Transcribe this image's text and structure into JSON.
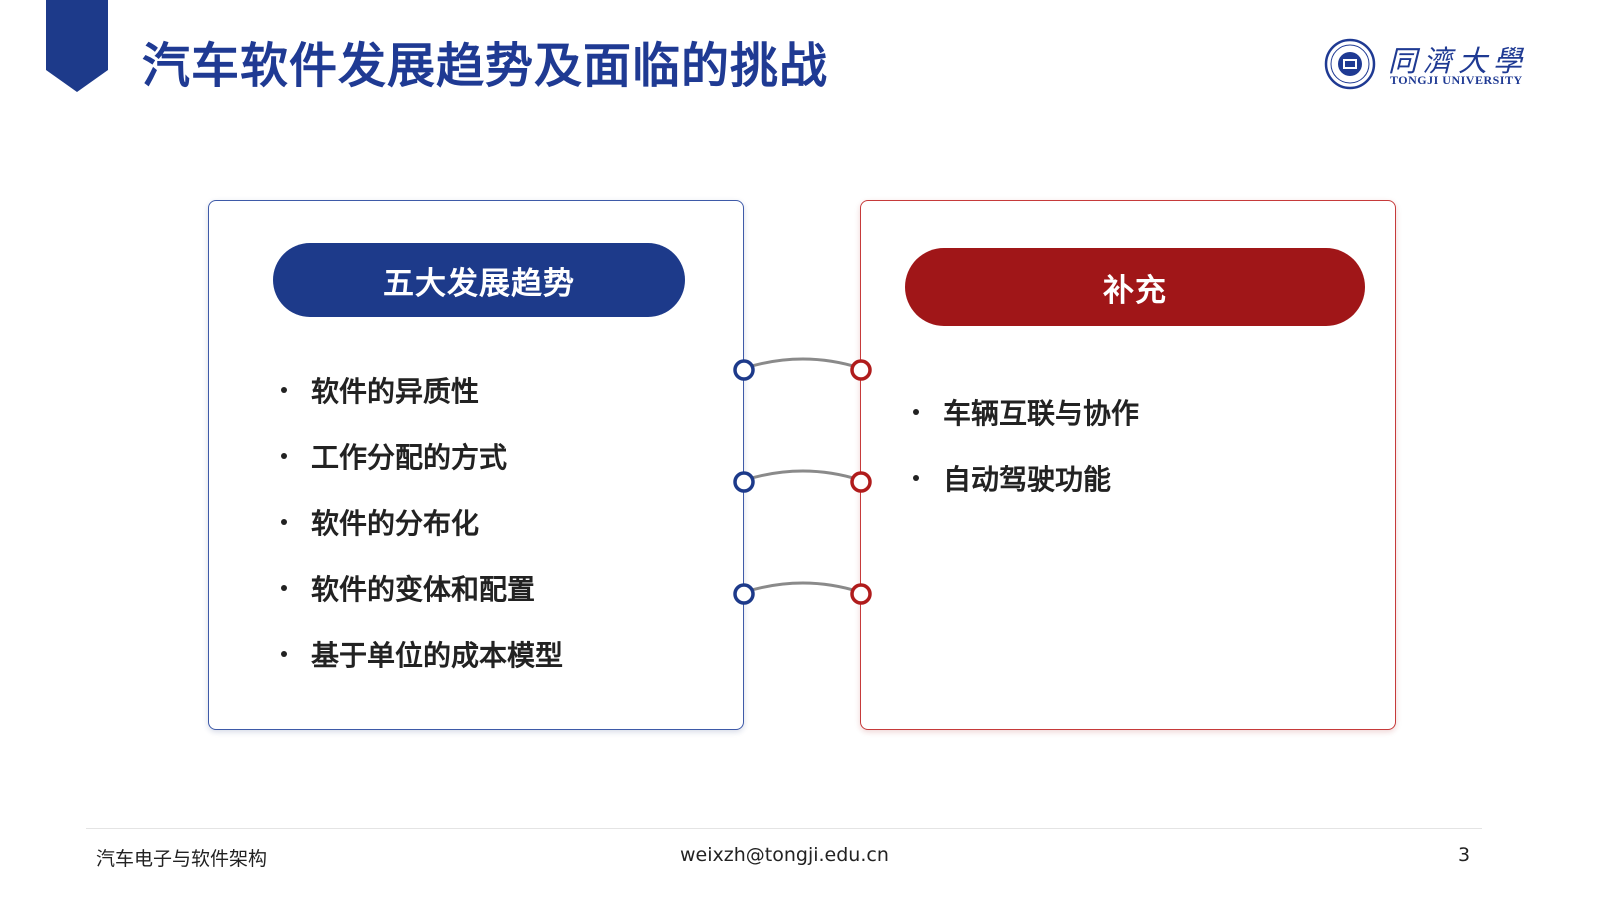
{
  "header": {
    "title": "汽车软件发展趋势及面临的挑战",
    "accent_color": "#1f3a93",
    "logo": {
      "icon": "university-seal-icon",
      "name_cn": "同濟大學",
      "name_en": "TONGJI UNIVERSITY"
    }
  },
  "left_panel": {
    "heading": "五大发展趋势",
    "color": "#1d3a8a",
    "items": [
      "软件的异质性",
      "工作分配的方式",
      "软件的分布化",
      "软件的变体和配置",
      "基于单位的成本模型"
    ]
  },
  "right_panel": {
    "heading": "补充",
    "color": "#a01618",
    "items": [
      "车辆互联与协作",
      "自动驾驶功能"
    ]
  },
  "connectors": {
    "icon": "link-connector-icon",
    "left_color": "#1d3a8a",
    "right_color": "#b01c1c",
    "line_color": "#8a8a8a"
  },
  "footer": {
    "course": "汽车电子与软件架构",
    "email": "weixzh@tongji.edu.cn",
    "page": "3"
  }
}
